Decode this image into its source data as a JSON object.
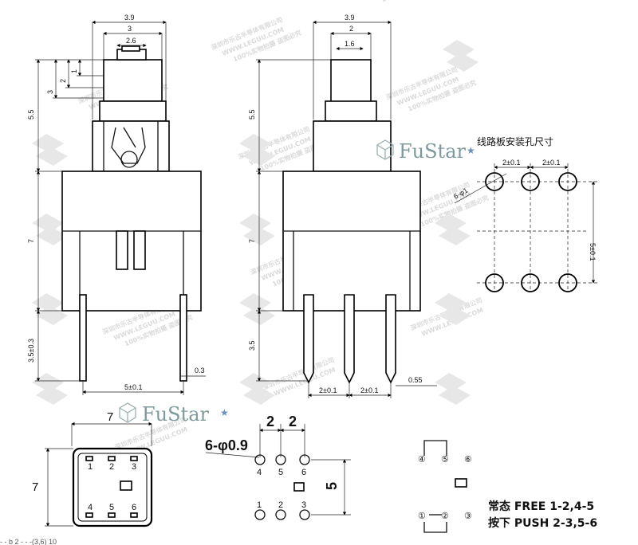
{
  "brand": {
    "name": "FuStar"
  },
  "watermark": {
    "line1": "深圳市乐古半导体有限公司",
    "line2": "WWW.LEGUU.COM",
    "line3": "100%实物拍摄 盗图必究"
  },
  "front_view": {
    "dims": {
      "width_total": "3.9",
      "width_top": "3",
      "cap_width": "2.6",
      "dim_1": "1",
      "dim_2": "2",
      "dim_3": "3",
      "height_upper": "5.5",
      "height_body": "7",
      "pin_length": "3.5±0.3",
      "pin_gap": "5±0.1",
      "pin_width": "0.3"
    }
  },
  "side_view": {
    "dims": {
      "width_total": "3.9",
      "width_top": "2",
      "cap_width": "1.6",
      "height_upper": "5.5",
      "height_body": "7",
      "pin_length": "3.5",
      "pin_gap_1": "2±0.1",
      "pin_gap_2": "2±0.1",
      "pin_width": "0.55"
    }
  },
  "pcb_layout": {
    "title": "线路板安装孔尺寸",
    "hole_spec": "6-φ1",
    "pitch_1": "2±0.1",
    "pitch_2": "2±0.1",
    "row_gap": "5±0.1"
  },
  "top_view": {
    "width": "7",
    "height": "7",
    "labels": [
      "1",
      "2",
      "3",
      "4",
      "5",
      "6"
    ]
  },
  "footprint": {
    "hole_spec": "6-φ0.9",
    "pitch_1": "2",
    "pitch_2": "2",
    "row_gap": "5",
    "labels": [
      "4",
      "5",
      "6",
      "1",
      "2",
      "3"
    ]
  },
  "schematic": {
    "labels_top": [
      "④",
      "⑤",
      "⑥"
    ],
    "labels_bottom": [
      "①",
      "②",
      "③"
    ],
    "free_text": "常态 FREE 1-2,4-5",
    "push_text": "按下 PUSH 2-3,5-6"
  },
  "footer": {
    "fragment": "- - b 2 - - -(3,6) 10"
  }
}
